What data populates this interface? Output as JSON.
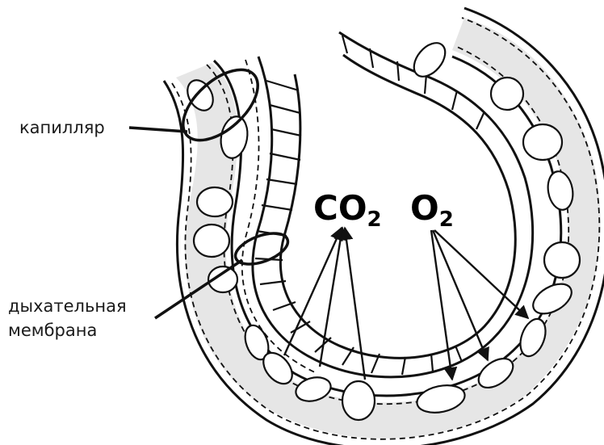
{
  "labels": {
    "capillary": "капилляр",
    "membrane_line1": "дыхательная",
    "membrane_line2": "мембрана"
  },
  "gases": {
    "co2_main": "CO",
    "co2_sub": "2",
    "o2_main": "O",
    "o2_sub": "2"
  },
  "colors": {
    "capillary_fill": "#e6e6e6",
    "stroke": "#111111"
  }
}
